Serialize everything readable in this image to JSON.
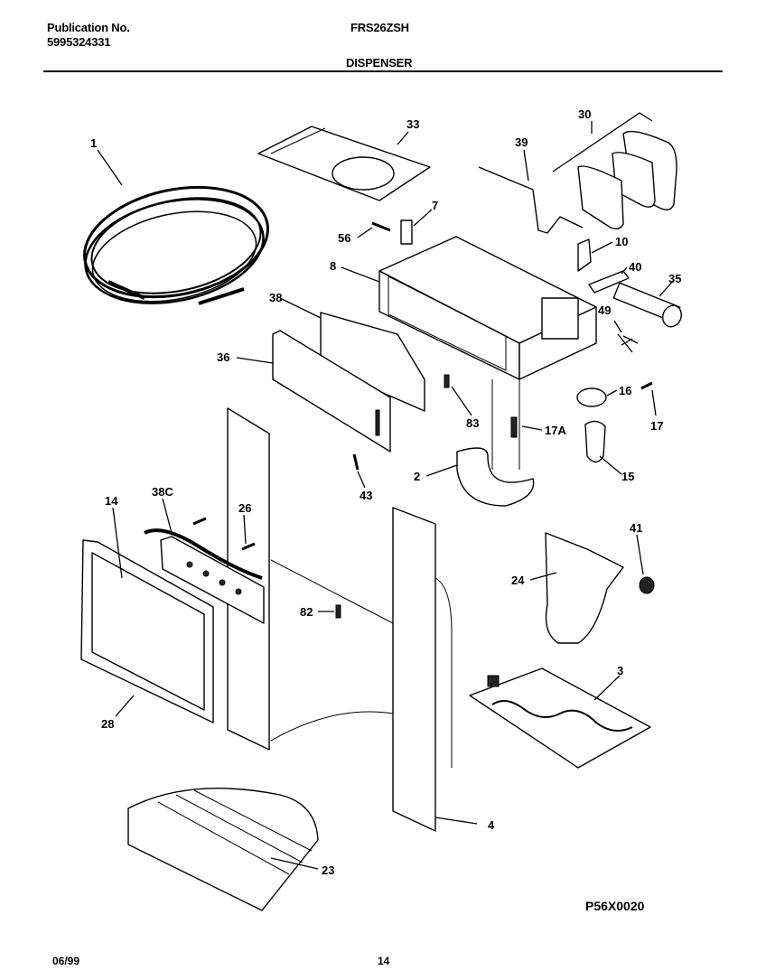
{
  "header": {
    "publication_label": "Publication No.",
    "publication_number": "5995324331",
    "model": "FRS26ZSH",
    "section": "DISPENSER"
  },
  "diagram": {
    "callouts": [
      "1",
      "33",
      "30",
      "39",
      "7",
      "56",
      "10",
      "8",
      "40",
      "35",
      "38",
      "49",
      "36",
      "16",
      "83",
      "17A",
      "17",
      "2",
      "15",
      "43",
      "38C",
      "26",
      "14",
      "41",
      "24",
      "82",
      "3",
      "28",
      "4",
      "23"
    ],
    "drawing_code": "P56X0020"
  },
  "footer": {
    "date": "06/99",
    "page": "14"
  }
}
